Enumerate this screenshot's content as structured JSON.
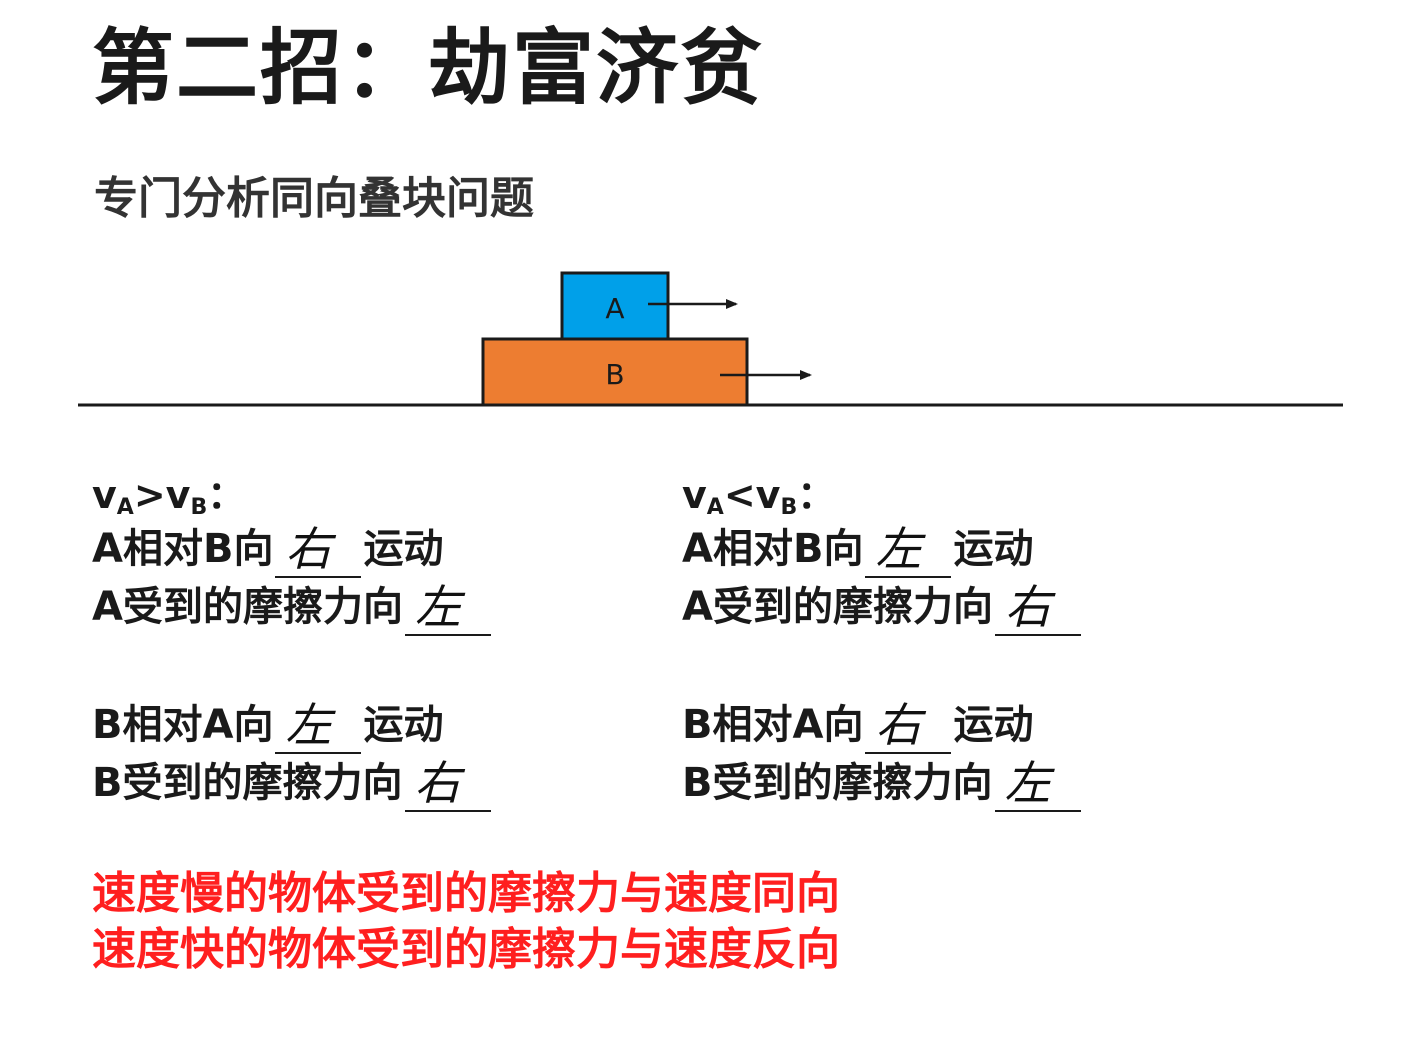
{
  "title": "第二招：劫富济贫",
  "subtitle": "专门分析同向叠块问题",
  "diagram": {
    "block_a_label": "A",
    "block_b_label": "B",
    "block_a_color": "#00a0e9",
    "block_b_color": "#ed7d31"
  },
  "left": {
    "cond_v1": "v",
    "cond_sub1": "A",
    "cond_op": ">",
    "cond_v2": "v",
    "cond_sub2": "B",
    "cond_colon": "：",
    "line1_prefix": "A相对B向",
    "line1_answer": "右",
    "line1_suffix": "运动",
    "line2_prefix": "A受到的摩擦力向",
    "line2_answer": "左",
    "line3_prefix": "B相对A向",
    "line3_answer": "左",
    "line3_suffix": "运动",
    "line4_prefix": "B受到的摩擦力向",
    "line4_answer": "右"
  },
  "right": {
    "cond_v1": "v",
    "cond_sub1": "A",
    "cond_op": "<",
    "cond_v2": "v",
    "cond_sub2": "B",
    "cond_colon": "：",
    "line1_prefix": "A相对B向",
    "line1_answer": "左",
    "line1_suffix": "运动",
    "line2_prefix": "A受到的摩擦力向",
    "line2_answer": "右",
    "line3_prefix": "B相对A向",
    "line3_answer": "右",
    "line3_suffix": "运动",
    "line4_prefix": "B受到的摩擦力向",
    "line4_answer": "左"
  },
  "conclusions": {
    "line1": "速度慢的物体受到的摩擦力与速度同向",
    "line2": "速度快的物体受到的摩擦力与速度反向"
  },
  "colors": {
    "conclusion_red": "#ff1f1f"
  }
}
